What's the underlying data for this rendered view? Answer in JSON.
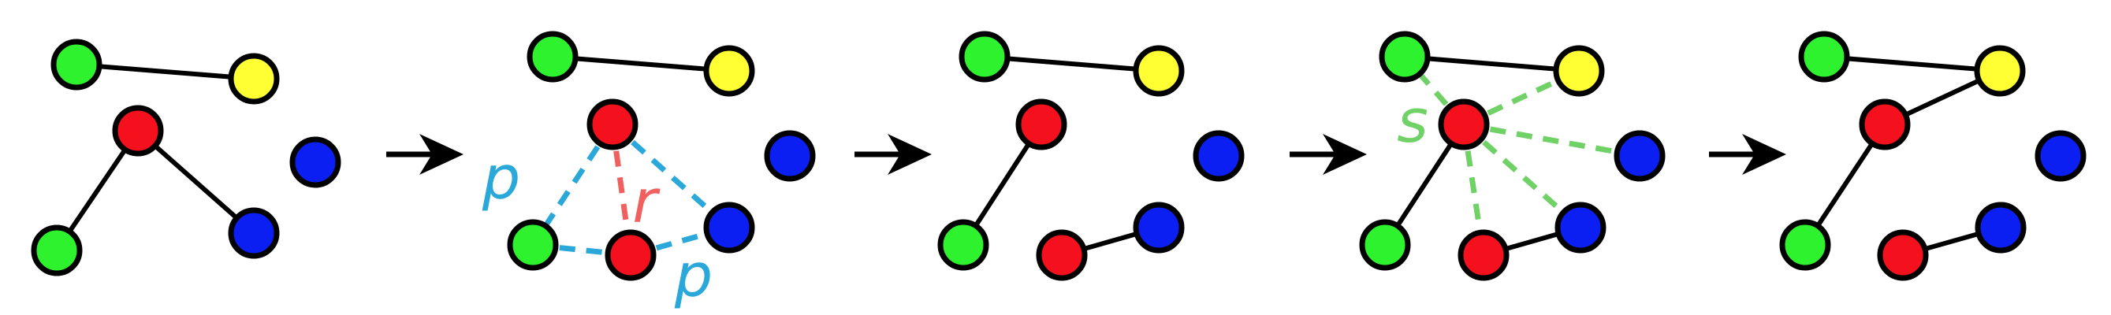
{
  "palette": {
    "green": "#2ff22f",
    "yellow": "#ffff33",
    "red": "#f5101e",
    "blue": "#0b1ff2",
    "outline": "#000000",
    "edge": "#000000",
    "p_color": "#2aa8d9",
    "r_color": "#f0605e",
    "s_color": "#6fd166",
    "arrow": "#000000"
  },
  "labels": {
    "p1": "p",
    "p2": "p",
    "r": "r",
    "s": "s"
  },
  "diagram": {
    "panels": [
      {
        "id": "panel-1",
        "nodes": [
          {
            "id": "g1",
            "color": "green"
          },
          {
            "id": "y1",
            "color": "yellow"
          },
          {
            "id": "r1",
            "color": "red"
          },
          {
            "id": "b1",
            "color": "blue"
          },
          {
            "id": "g2",
            "color": "green"
          },
          {
            "id": "b2",
            "color": "blue"
          }
        ],
        "edges": [
          {
            "from": "g1",
            "to": "y1",
            "style": "solid"
          },
          {
            "from": "r1",
            "to": "g2",
            "style": "solid"
          },
          {
            "from": "r1",
            "to": "b2",
            "style": "solid"
          }
        ]
      },
      {
        "id": "panel-2",
        "nodes": [
          {
            "id": "g1",
            "color": "green"
          },
          {
            "id": "y1",
            "color": "yellow"
          },
          {
            "id": "r1",
            "color": "red"
          },
          {
            "id": "b1",
            "color": "blue"
          },
          {
            "id": "g2",
            "color": "green"
          },
          {
            "id": "r2",
            "color": "red"
          },
          {
            "id": "b2",
            "color": "blue"
          }
        ],
        "edges": [
          {
            "from": "g1",
            "to": "y1",
            "style": "solid"
          },
          {
            "from": "r1",
            "to": "g2",
            "style": "dashed",
            "kind": "p"
          },
          {
            "from": "r1",
            "to": "b2",
            "style": "dashed",
            "kind": "p"
          },
          {
            "from": "g2",
            "to": "r2",
            "style": "dashed",
            "kind": "p"
          },
          {
            "from": "r2",
            "to": "b2",
            "style": "dashed",
            "kind": "p"
          },
          {
            "from": "r1",
            "to": "r2",
            "style": "dashed",
            "kind": "r"
          }
        ]
      },
      {
        "id": "panel-3",
        "nodes": [
          {
            "id": "g1",
            "color": "green"
          },
          {
            "id": "y1",
            "color": "yellow"
          },
          {
            "id": "r1",
            "color": "red"
          },
          {
            "id": "b1",
            "color": "blue"
          },
          {
            "id": "g2",
            "color": "green"
          },
          {
            "id": "r2",
            "color": "red"
          },
          {
            "id": "b2",
            "color": "blue"
          }
        ],
        "edges": [
          {
            "from": "g1",
            "to": "y1",
            "style": "solid"
          },
          {
            "from": "r1",
            "to": "g2",
            "style": "solid"
          },
          {
            "from": "r2",
            "to": "b2",
            "style": "solid"
          }
        ]
      },
      {
        "id": "panel-4",
        "nodes": [
          {
            "id": "g1",
            "color": "green"
          },
          {
            "id": "y1",
            "color": "yellow"
          },
          {
            "id": "r1",
            "color": "red"
          },
          {
            "id": "b1",
            "color": "blue"
          },
          {
            "id": "g2",
            "color": "green"
          },
          {
            "id": "r2",
            "color": "red"
          },
          {
            "id": "b2",
            "color": "blue"
          }
        ],
        "edges": [
          {
            "from": "g1",
            "to": "y1",
            "style": "solid"
          },
          {
            "from": "r1",
            "to": "g2",
            "style": "solid"
          },
          {
            "from": "r2",
            "to": "b2",
            "style": "solid"
          },
          {
            "from": "r1",
            "to": "g1",
            "style": "dashed",
            "kind": "s"
          },
          {
            "from": "r1",
            "to": "y1",
            "style": "dashed",
            "kind": "s"
          },
          {
            "from": "r1",
            "to": "b1",
            "style": "dashed",
            "kind": "s"
          },
          {
            "from": "r1",
            "to": "r2",
            "style": "dashed",
            "kind": "s"
          },
          {
            "from": "r1",
            "to": "b2",
            "style": "dashed",
            "kind": "s"
          }
        ]
      },
      {
        "id": "panel-5",
        "nodes": [
          {
            "id": "g1",
            "color": "green"
          },
          {
            "id": "y1",
            "color": "yellow"
          },
          {
            "id": "r1",
            "color": "red"
          },
          {
            "id": "b1",
            "color": "blue"
          },
          {
            "id": "g2",
            "color": "green"
          },
          {
            "id": "r2",
            "color": "red"
          },
          {
            "id": "b2",
            "color": "blue"
          }
        ],
        "edges": [
          {
            "from": "g1",
            "to": "y1",
            "style": "solid"
          },
          {
            "from": "r1",
            "to": "g2",
            "style": "solid"
          },
          {
            "from": "r2",
            "to": "b2",
            "style": "solid"
          },
          {
            "from": "r1",
            "to": "y1",
            "style": "solid"
          }
        ]
      }
    ],
    "arrows": [
      {
        "id": "arrow-1"
      },
      {
        "id": "arrow-2"
      },
      {
        "id": "arrow-3"
      },
      {
        "id": "arrow-4"
      }
    ]
  }
}
